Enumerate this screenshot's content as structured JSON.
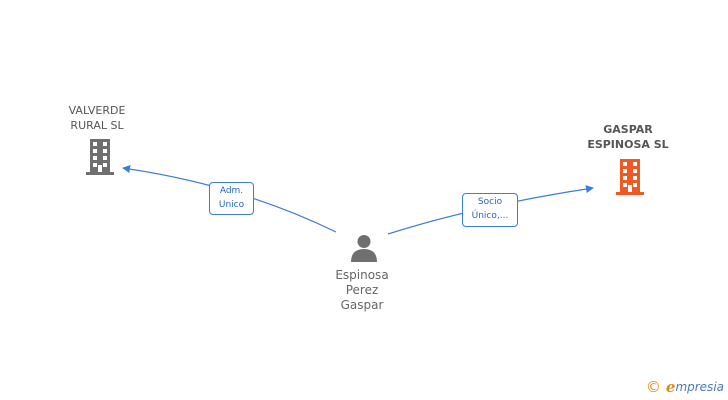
{
  "nodes": {
    "valverde": {
      "line1": "VALVERDE",
      "line2": "RURAL SL",
      "icon": "building-icon",
      "color": "#6f6f6f"
    },
    "gaspar": {
      "line1": "GASPAR",
      "line2": "ESPINOSA SL",
      "icon": "building-icon",
      "color": "#ee5a24"
    },
    "person": {
      "line1": "Espinosa",
      "line2": "Perez",
      "line3": "Gaspar",
      "icon": "person-icon",
      "color": "#6f6f6f"
    }
  },
  "relations": {
    "adm": {
      "line1": "Adm.",
      "line2": "Unico"
    },
    "socio": {
      "line1": "Socio",
      "line2": "Único,..."
    }
  },
  "colors": {
    "edge": "#3b7dd8"
  },
  "footer": {
    "copyright": "©",
    "brand_initial": "e",
    "brand_rest": "mpresia"
  }
}
